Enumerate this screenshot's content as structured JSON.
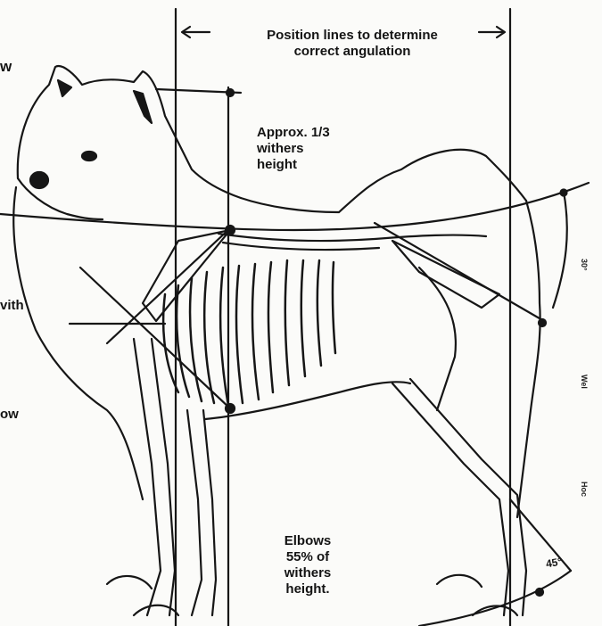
{
  "labels": {
    "position_lines_line1": "Position lines to determine",
    "position_lines_line2": "correct angulation",
    "withers_line1": "Approx. 1/3",
    "withers_line2": "withers",
    "withers_line3": "height",
    "elbows_line1": "Elbows",
    "elbows_line2": "55% of",
    "elbows_line3": "withers",
    "elbows_line4": "height.",
    "angle_45": "45°",
    "left_partial_top": "w",
    "left_partial_with": "vith",
    "left_partial_ow": "ow",
    "right_partial_30": "30°",
    "right_partial_wel": "Wel",
    "right_partial_hoc": "Hoc"
  },
  "colors": {
    "ink": "#141414",
    "paper": "#fbfbf9"
  }
}
